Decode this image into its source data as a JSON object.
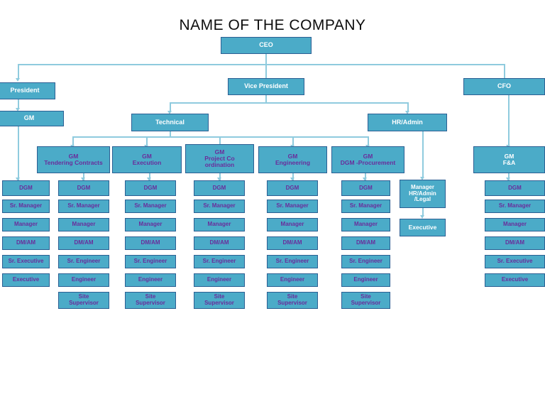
{
  "title": "NAME OF THE COMPANY",
  "colors": {
    "box_fill": "#4BABC8",
    "box_border": "#2C5F93",
    "connector": "#8FCBDE",
    "label_white": "#FFFFFF",
    "label_purple": "#6A2D9B",
    "title_color": "#0D0D0D",
    "background": "#FFFFFF"
  },
  "nodes": {
    "ceo": "CEO",
    "president": "President",
    "vice_president": "Vice President",
    "cfo": "CFO",
    "gm_president": "GM",
    "technical": "Technical",
    "hr_admin": "HR/Admin",
    "manager_hr_admin_legal": "Manager\nHR/Admin\n/Legal",
    "executive_hr": "Executive"
  },
  "gm_departments": [
    {
      "id": "gm-tendering-contracts",
      "label": "GM\nTendering Contracts"
    },
    {
      "id": "gm-execution",
      "label": "GM\nExecution"
    },
    {
      "id": "gm-project-coordination",
      "label": "GM\nProject Co\nordination"
    },
    {
      "id": "gm-engineering",
      "label": "GM\nEngineering"
    },
    {
      "id": "gm-dgm-procurement",
      "label": "GM\nDGM -Procurement"
    },
    {
      "id": "gm-fa",
      "label": "GM\nF&A"
    }
  ],
  "columns": [
    {
      "id": "column-tendering",
      "roles": [
        "DGM",
        "Sr. Manager",
        "Manager",
        "DM/AM",
        "Sr. Executive",
        "Executive"
      ]
    },
    {
      "id": "column-execution",
      "roles": [
        "DGM",
        "Sr. Manager",
        "Manager",
        "DM/AM",
        "Sr. Engineer",
        "Engineer",
        "Site\nSupervisor"
      ]
    },
    {
      "id": "column-project-coordination",
      "roles": [
        "DGM",
        "Sr. Manager",
        "Manager",
        "DM/AM",
        "Sr. Engineer",
        "Engineer",
        "Site\nSupervisor"
      ]
    },
    {
      "id": "column-engineering-left",
      "roles": [
        "DGM",
        "Sr. Manager",
        "Manager",
        "DM/AM",
        "Sr. Engineer",
        "Engineer",
        "Site\nSupervisor"
      ]
    },
    {
      "id": "column-engineering-right",
      "roles": [
        "DGM",
        "Sr. Manager",
        "Manager",
        "DM/AM",
        "Sr. Engineer",
        "Engineer",
        "Site\nSupervisor"
      ]
    },
    {
      "id": "column-procurement",
      "roles": [
        "DGM",
        "Sr. Manager",
        "Manager",
        "DM/AM",
        "Sr. Engineer",
        "Engineer",
        "Site\nSupervisor"
      ]
    },
    {
      "id": "column-fa",
      "roles": [
        "DGM",
        "Sr. Manager",
        "Manager",
        "DM/AM",
        "Sr. Executive",
        "Executive"
      ]
    }
  ]
}
